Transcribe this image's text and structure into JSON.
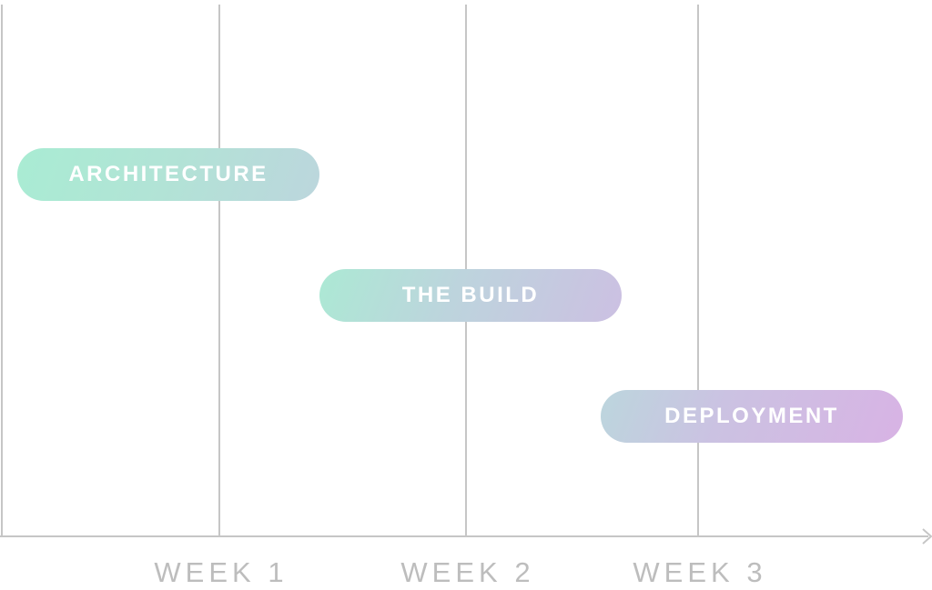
{
  "tasks": [
    {
      "label": "ARCHITECTURE",
      "start_week": 0.1,
      "end_week": 1.4,
      "color_from": "#a9ecd3",
      "color_to": "#bcd6dd"
    },
    {
      "label": "THE BUILD",
      "start_week": 1.4,
      "end_week": 2.6,
      "color_from": "#ace9d4",
      "color_to": "#ccc0e2"
    },
    {
      "label": "DEPLOYMENT",
      "start_week": 2.6,
      "end_week": 3.9,
      "color_from": "#bcd6dd",
      "color_to": "#d8b3e4"
    }
  ],
  "axis": {
    "ticks": [
      "WEEK 1",
      "WEEK 2",
      "WEEK 3"
    ],
    "line_color": "#c6c6c6"
  }
}
